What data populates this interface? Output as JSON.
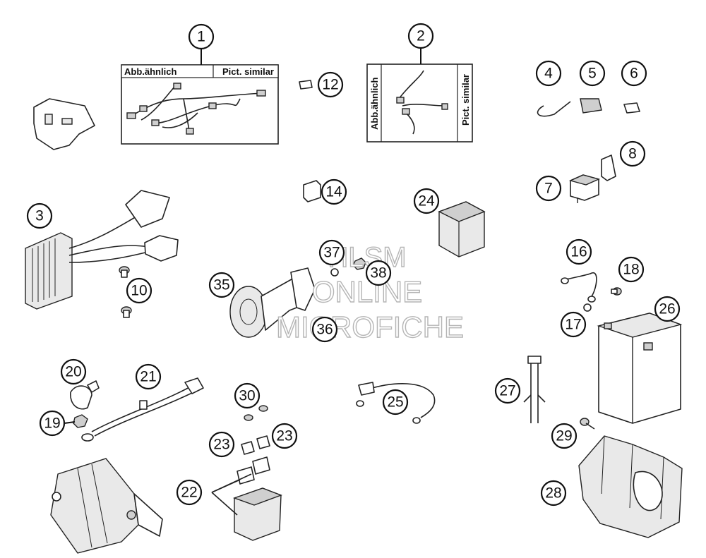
{
  "diagram": {
    "callouts": [
      {
        "id": "c1",
        "label": "1"
      },
      {
        "id": "c2",
        "label": "2"
      },
      {
        "id": "c3",
        "label": "3"
      },
      {
        "id": "c4",
        "label": "4"
      },
      {
        "id": "c5",
        "label": "5"
      },
      {
        "id": "c6",
        "label": "6"
      },
      {
        "id": "c7",
        "label": "7"
      },
      {
        "id": "c8",
        "label": "8"
      },
      {
        "id": "c10",
        "label": "10"
      },
      {
        "id": "c12",
        "label": "12"
      },
      {
        "id": "c14",
        "label": "14"
      },
      {
        "id": "c16",
        "label": "16"
      },
      {
        "id": "c17",
        "label": "17"
      },
      {
        "id": "c18",
        "label": "18"
      },
      {
        "id": "c19",
        "label": "19"
      },
      {
        "id": "c20",
        "label": "20"
      },
      {
        "id": "c21",
        "label": "21"
      },
      {
        "id": "c22",
        "label": "22"
      },
      {
        "id": "c23a",
        "label": "23"
      },
      {
        "id": "c23b",
        "label": "23"
      },
      {
        "id": "c24",
        "label": "24"
      },
      {
        "id": "c25",
        "label": "25"
      },
      {
        "id": "c26",
        "label": "26"
      },
      {
        "id": "c27",
        "label": "27"
      },
      {
        "id": "c28",
        "label": "28"
      },
      {
        "id": "c29",
        "label": "29"
      },
      {
        "id": "c30",
        "label": "30"
      },
      {
        "id": "c35",
        "label": "35"
      },
      {
        "id": "c36",
        "label": "36"
      },
      {
        "id": "c37",
        "label": "37"
      },
      {
        "id": "c38",
        "label": "38"
      }
    ],
    "box1": {
      "label_left": "Abb.ähnlich",
      "label_right": "Pict. similar"
    },
    "box2": {
      "label_left": "Abb.ähnlich",
      "label_right": "Pict. similar"
    }
  },
  "watermark": {
    "line1": "HLSM",
    "line2": "ONLINE",
    "line3": "MICROFICHE"
  }
}
